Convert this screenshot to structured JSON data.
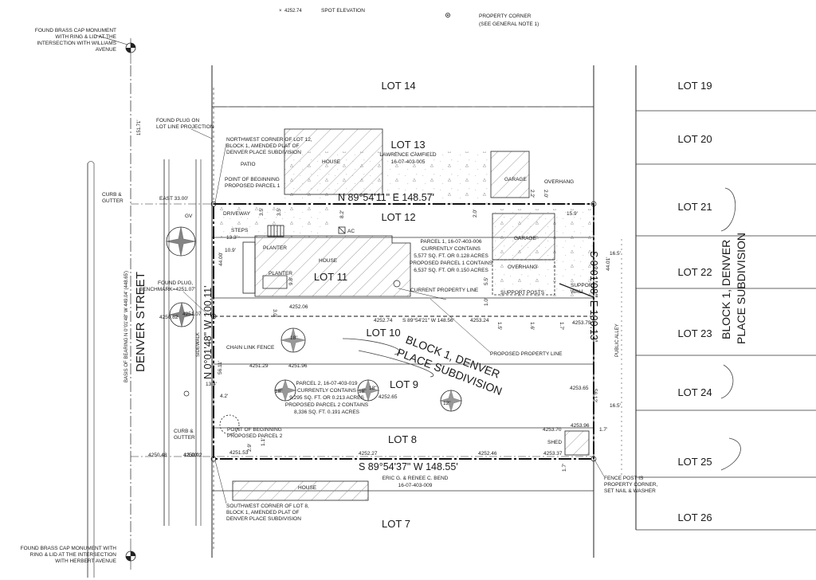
{
  "legend": {
    "spot_elevation_sample": "4252.74",
    "spot_elevation": "SPOT ELEVATION",
    "property_corner_1": "PROPERTY CORNER",
    "property_corner_2": "(SEE GENERAL NOTE 1)"
  },
  "monuments": {
    "top": [
      "FOUND BRASS CAP MONUMENT",
      "WITH RING & LID AT THE",
      "INTERSECTION WITH WILLIAMS",
      "AVENUE"
    ],
    "bottom": [
      "FOUND BRASS CAP MONUMENT WITH",
      "RING & LID AT THE INTERSECTION",
      "WITH HERBERT AVENUE"
    ]
  },
  "lots_main": [
    "LOT 14",
    "LOT 13",
    "LOT 12",
    "LOT 11",
    "LOT 10",
    "LOT 9",
    "LOT 8",
    "LOT 7"
  ],
  "lots_east": [
    "LOT 19",
    "LOT 20",
    "LOT 21",
    "LOT 22",
    "LOT 23",
    "LOT 24",
    "LOT 25",
    "LOT 26"
  ],
  "bearings": {
    "north": "N 89°54'11\" E  148.57'",
    "south": "S 89°54'37\" W  148.55'",
    "west": "N 0°01'48\" W  100.11'",
    "east": "S 0°01'08\" E  100.13'",
    "mid": "S 89°54'21\" W  148.56'"
  },
  "street": {
    "name": "DENVER STREET",
    "basis": "BASIS OF BEARING N 0°01'48\" W 449.04' (448.65')",
    "dim_151": "151.71'",
    "sidewalk": "SIDEWALK",
    "alley": "PUBLIC ALLEY"
  },
  "block_label": [
    "BLOCK 1, DENVER",
    "PLACE SUBDIVISION"
  ],
  "block_label_east": [
    "BLOCK 1, DENVER",
    "PLACE SUBDIVISION"
  ],
  "owners": {
    "north_1": "LAWRENCE CAMFIELD",
    "north_2": "16-07-403-005",
    "south_1": "ERIC G. & RENEE C. BEND",
    "south_2": "16-07-403-009"
  },
  "parcel1": [
    "PARCEL 1, 16-07-403-006",
    "CURRENTLY CONTAINS",
    "5,577 SQ. FT. OR 0.128 ACRES",
    "PROPOSED PARCEL 1 CONTAINS",
    "6,537 SQ. FT. OR 0.150 ACRES"
  ],
  "parcel2": [
    "PARCEL 2, 16-07-403-019",
    "CURRENTLY CONTAINS",
    "9,295 SQ. FT. OR 0.213 ACRES",
    "PROPOSED PARCEL 2 CONTAINS",
    "8,336 SQ. FT. 0.191 ACRES"
  ],
  "notes": {
    "found_plug_lot": [
      "FOUND PLUG ON",
      "LOT LINE PROJECTION"
    ],
    "nw_corner": [
      "NORTHWEST CORNER OF LOT 12,",
      "BLOCK 1, AMENDED PLAT OF",
      "DENVER PLACE SUBDIVISION"
    ],
    "patio": "PATIO",
    "pob1": [
      "POINT OF BEGINNING",
      "PROPOSED PARCEL 1"
    ],
    "curb_top": [
      "CURB &",
      "GUTTER"
    ],
    "east_33": "EAST 33.00'",
    "gv": "GV",
    "driveway": "DRIVEWAY",
    "steps": "STEPS",
    "ac": "AC",
    "planter1": "PLANTER",
    "planter2": "PLANTER",
    "house_top": "HOUSE",
    "house_mid": "HOUSE",
    "house_bottom": "HOUSE",
    "garage_top": "GARAGE",
    "garage_mid": "GARAGE",
    "overhang_top": "OVERHANG",
    "overhang_mid": "OVERHANG",
    "current_line": "CURRENT PROPERTY LINE",
    "proposed_line": "PROPOSED PROPERTY LINE",
    "support_posts": "SUPPORT POSTS",
    "support_wall": [
      "SUPPORT",
      "WALL"
    ],
    "found_plug_bm": [
      "FOUND PLUG,",
      "BENCHMARK=4251.07'"
    ],
    "chain_link": "CHAIN LINK FENCE",
    "pob2": [
      "POINT OF BEGINNING",
      "PROPOSED PARCEL 2"
    ],
    "curb_bottom": [
      "CURB &",
      "GUTTER"
    ],
    "shed": "SHED",
    "fence_post": [
      "FENCE POST IS",
      "PROPERTY CORNER,",
      "SET NAIL & WASHER"
    ],
    "sw_corner": [
      "SOUTHWEST CORNER OF LOT 8,",
      "BLOCK 1, AMENDED PLAT OF",
      "DENVER PLACE SUBDIVISION"
    ]
  },
  "dims": {
    "d_13_3": "13.3'",
    "d_10_9": "10.9'",
    "d_44_00": "44.00'",
    "d_3_5a": "3.5'",
    "d_3_5b": "3.5'",
    "d_8_2": "8.2'",
    "d_2_0": "2.0'",
    "d_2_2": "2.2'",
    "d_2_0b": "2.0'",
    "d_15_9": "15.9'",
    "d_16_5a": "16.5'",
    "d_44_01": "44.01'",
    "d_9_8": "9.8'",
    "d_3_0": "3.0'",
    "d_5_5": "5.5'",
    "d_1_0": "1.0'",
    "d_1_5": "1.5'",
    "d_1_6": "1.6'",
    "d_1_7a": "1.7'",
    "d_56_11": "56.11'",
    "d_13_4": "13.4'",
    "d_4_2": "4.2'",
    "d_56_12": "56.12'",
    "d_16_5b": "16.5'",
    "d_1_7b": "1.7'",
    "d_2_9": "2.9'",
    "d_1_1": "1.1'",
    "d_1_7c": "1.7'",
    "d_13_00": "13.00'"
  },
  "elevations": {
    "e1": "4252.06",
    "e2": "4252.74",
    "e3": "4253.24",
    "e4": "4253.79",
    "e5": "4250.62",
    "e6": "4251.07",
    "e7": "4251.29",
    "e8": "4251.96",
    "e9": "4252.65",
    "e10": "4253.65",
    "e11": "4253.70",
    "e12": "4253.96",
    "e13": "4250.48",
    "e14": "4250.92",
    "e15": "4251.53",
    "e16": "4252.27",
    "e17": "4252.46",
    "e18": "4253.37"
  },
  "trees": [
    "18\"",
    "18\"",
    "18\"",
    "18\"",
    "12\""
  ]
}
